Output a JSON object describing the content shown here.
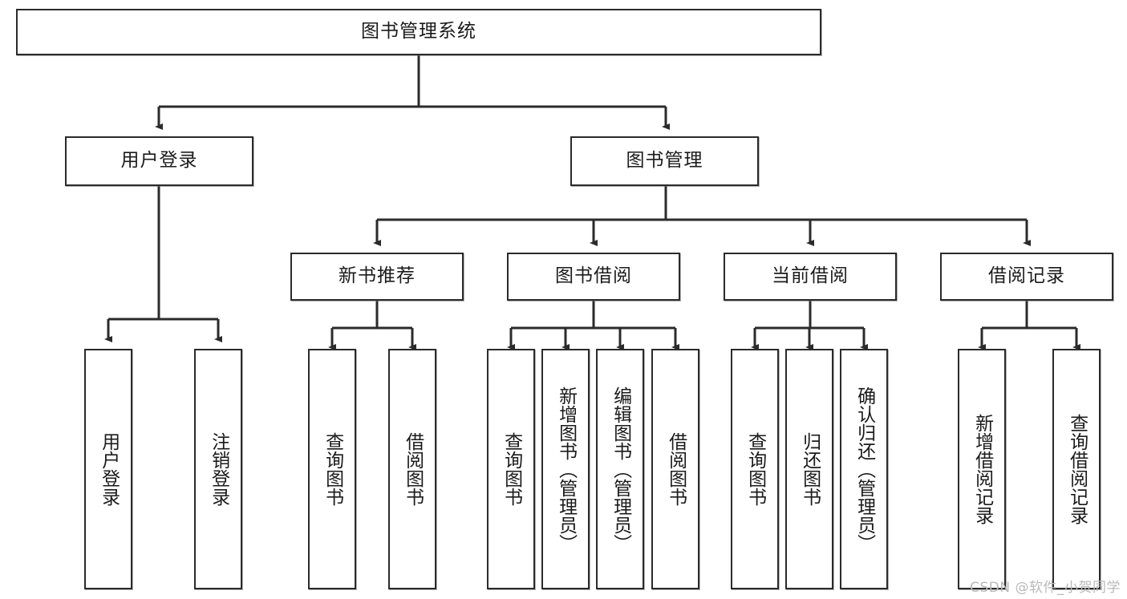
{
  "diagram": {
    "title": "图书管理系统",
    "type": "tree-hierarchy-chart",
    "root": {
      "label": "图书管理系统"
    },
    "level2": [
      {
        "label": "用户登录"
      },
      {
        "label": "图书管理"
      }
    ],
    "level3": [
      {
        "label": "新书推荐"
      },
      {
        "label": "图书借阅"
      },
      {
        "label": "当前借阅"
      },
      {
        "label": "借阅记录"
      }
    ],
    "leaves_user_login": [
      {
        "label": "用户登录"
      },
      {
        "label": "注销登录"
      }
    ],
    "leaves_new_book": [
      {
        "label": "查询图书"
      },
      {
        "label": "借阅图书"
      }
    ],
    "leaves_borrow": [
      {
        "label": "查询图书"
      },
      {
        "label": "新增图书（管理员）"
      },
      {
        "label": "编辑图书（管理员）"
      },
      {
        "label": "借阅图书"
      }
    ],
    "leaves_current": [
      {
        "label": "查询图书"
      },
      {
        "label": "归还图书"
      },
      {
        "label": "确认归还（管理员）"
      }
    ],
    "leaves_record": [
      {
        "label": "新增借阅记录"
      },
      {
        "label": "查询借阅记录"
      }
    ]
  },
  "watermark": {
    "text": "CSDN @软件_小贺同学"
  },
  "colors": {
    "stroke": "#2b2b2b",
    "fill": "#ffffff",
    "text": "#1b1b1b",
    "watermark": "#b9b9b9"
  }
}
